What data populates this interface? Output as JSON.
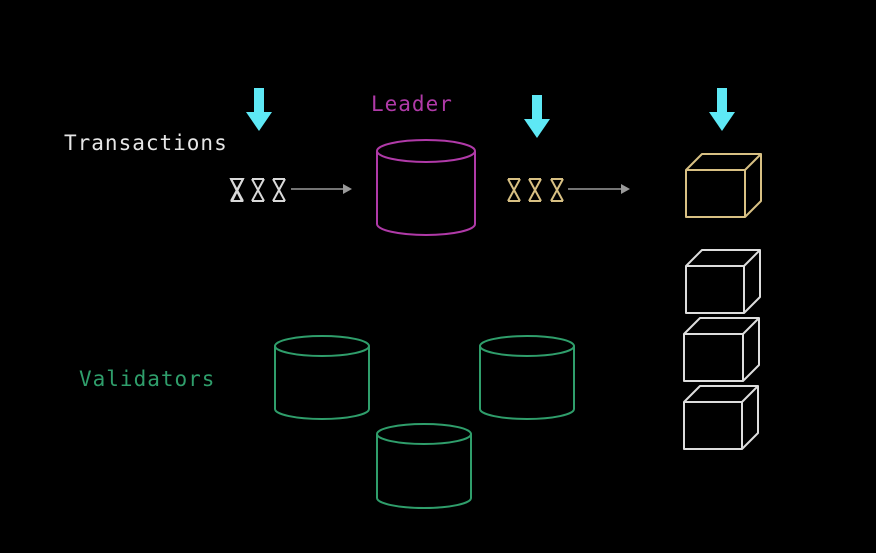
{
  "labels": {
    "transactions": "Transactions",
    "leader": "Leader",
    "validators": "Validators"
  },
  "colors": {
    "background": "#000000",
    "arrow_down": "#5ee8f5",
    "leader": "#b03aa8",
    "validators": "#2f9e6b",
    "transactions_text": "#e6e6e6",
    "pending_tx": "#d9d9d9",
    "processed_tx": "#d8c083",
    "new_block": "#d8c083",
    "ledger_block": "#dddddd",
    "flow_arrow": "#9a9a9a"
  },
  "icons": {
    "down_arrow": "down-arrow-icon",
    "transaction": "hourglass-icon",
    "database": "cylinder-icon",
    "block": "cube-icon"
  }
}
